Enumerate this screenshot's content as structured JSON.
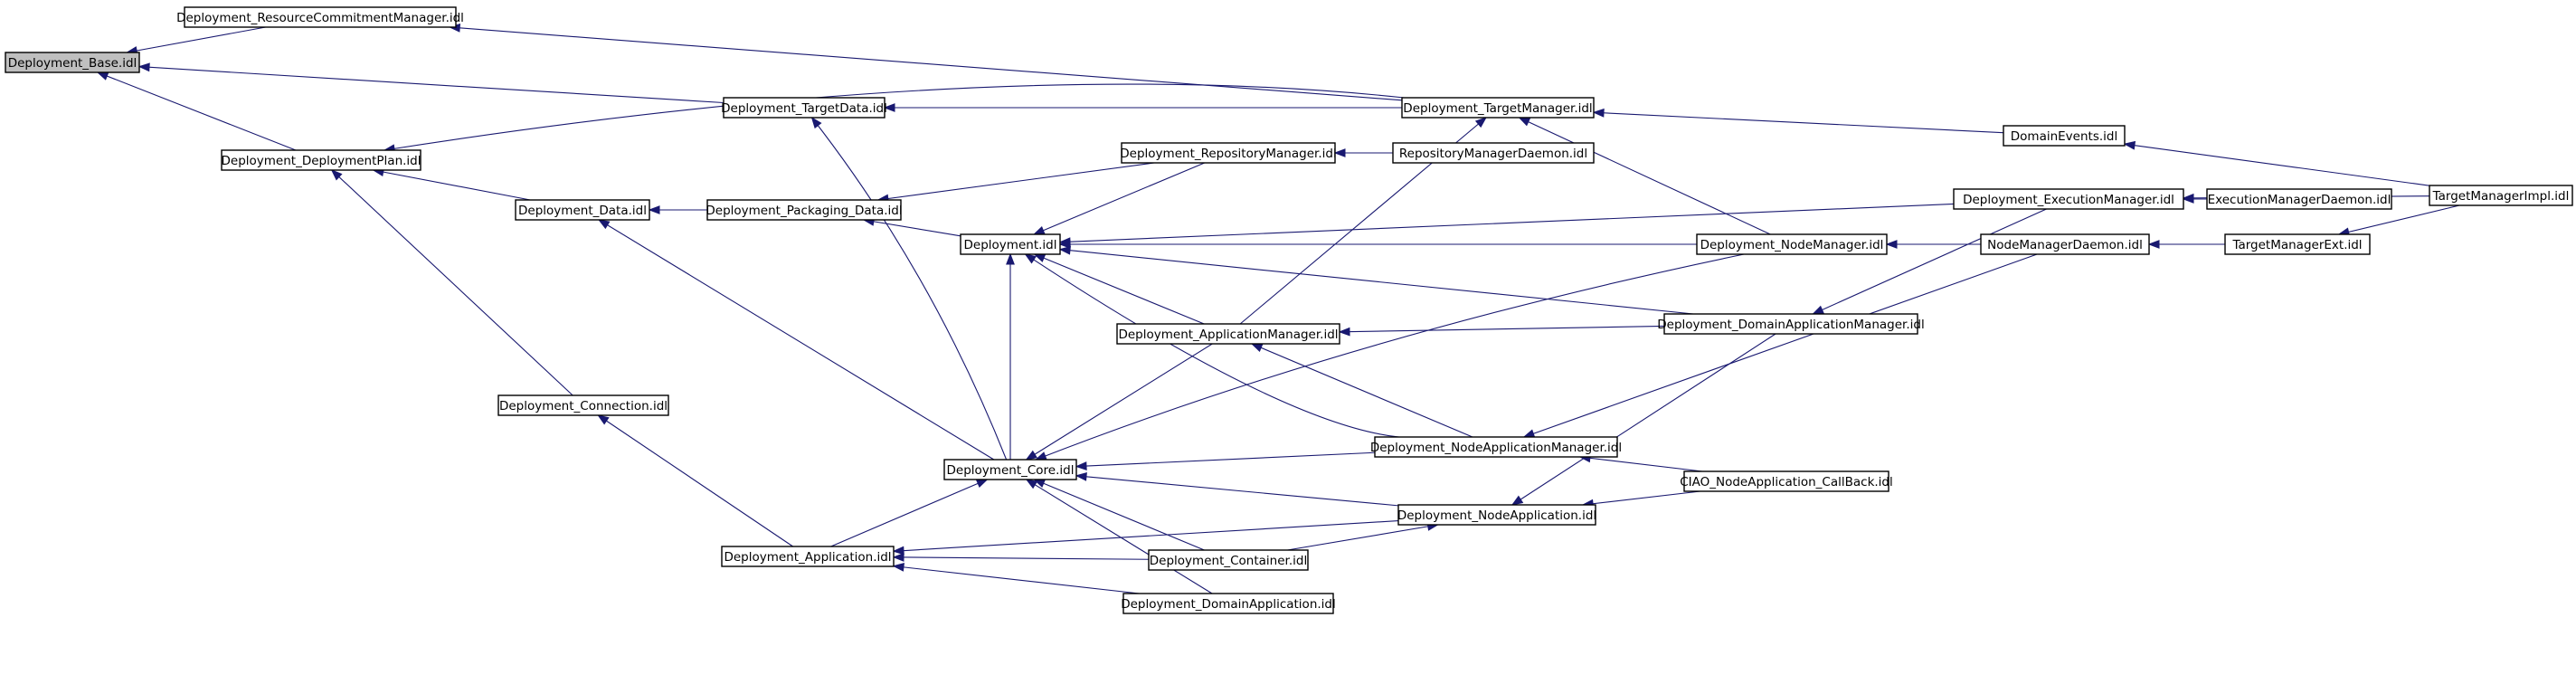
{
  "graph": {
    "nodes": [
      {
        "id": "base",
        "label": "Deployment_Base.idl",
        "root": true
      },
      {
        "id": "rcm",
        "label": "Deployment_ResourceCommitmentManager.idl"
      },
      {
        "id": "dplan",
        "label": "Deployment_DeploymentPlan.idl"
      },
      {
        "id": "tdata",
        "label": "Deployment_TargetData.idl"
      },
      {
        "id": "tmgr",
        "label": "Deployment_TargetManager.idl"
      },
      {
        "id": "data",
        "label": "Deployment_Data.idl"
      },
      {
        "id": "pdata",
        "label": "Deployment_Packaging_Data.idl"
      },
      {
        "id": "repomgr",
        "label": "Deployment_RepositoryManager.idl"
      },
      {
        "id": "repodaemon",
        "label": "RepositoryManagerDaemon.idl"
      },
      {
        "id": "devents",
        "label": "DomainEvents.idl"
      },
      {
        "id": "tmimpl",
        "label": "TargetManagerImpl.idl"
      },
      {
        "id": "dep",
        "label": "Deployment.idl"
      },
      {
        "id": "execmgr",
        "label": "Deployment_ExecutionManager.idl"
      },
      {
        "id": "execdaemon",
        "label": "ExecutionManagerDaemon.idl"
      },
      {
        "id": "nodemgr",
        "label": "Deployment_NodeManager.idl"
      },
      {
        "id": "nmdaemon",
        "label": "NodeManagerDaemon.idl"
      },
      {
        "id": "tmext",
        "label": "TargetManagerExt.idl"
      },
      {
        "id": "appmgr",
        "label": "Deployment_ApplicationManager.idl"
      },
      {
        "id": "domappmgr",
        "label": "Deployment_DomainApplicationManager.idl"
      },
      {
        "id": "conn",
        "label": "Deployment_Connection.idl"
      },
      {
        "id": "nodeappmgr",
        "label": "Deployment_NodeApplicationManager.idl"
      },
      {
        "id": "core",
        "label": "Deployment_Core.idl"
      },
      {
        "id": "callback",
        "label": "CIAO_NodeApplication_CallBack.idl"
      },
      {
        "id": "nodeapp",
        "label": "Deployment_NodeApplication.idl"
      },
      {
        "id": "app",
        "label": "Deployment_Application.idl"
      },
      {
        "id": "container",
        "label": "Deployment_Container.idl"
      },
      {
        "id": "domapp",
        "label": "Deployment_DomainApplication.idl"
      }
    ],
    "edges": [
      {
        "from": "rcm",
        "to": "base"
      },
      {
        "from": "dplan",
        "to": "base"
      },
      {
        "from": "tdata",
        "to": "base"
      },
      {
        "from": "tmgr",
        "to": "rcm"
      },
      {
        "from": "tmgr",
        "to": "dplan"
      },
      {
        "from": "data",
        "to": "dplan"
      },
      {
        "from": "conn",
        "to": "dplan"
      },
      {
        "from": "tmgr",
        "to": "tdata"
      },
      {
        "from": "core",
        "to": "tdata"
      },
      {
        "from": "pdata",
        "to": "data"
      },
      {
        "from": "core",
        "to": "data"
      },
      {
        "from": "repomgr",
        "to": "pdata"
      },
      {
        "from": "dep",
        "to": "pdata"
      },
      {
        "from": "repodaemon",
        "to": "repomgr"
      },
      {
        "from": "devents",
        "to": "tmgr"
      },
      {
        "from": "nodemgr",
        "to": "tmgr"
      },
      {
        "from": "appmgr",
        "to": "tmgr"
      },
      {
        "from": "tmimpl",
        "to": "devents"
      },
      {
        "from": "repomgr",
        "to": "dep"
      },
      {
        "from": "appmgr",
        "to": "dep"
      },
      {
        "from": "execmgr",
        "to": "dep"
      },
      {
        "from": "nodemgr",
        "to": "dep"
      },
      {
        "from": "domappmgr",
        "to": "dep"
      },
      {
        "from": "nodeappmgr",
        "to": "dep"
      },
      {
        "from": "core",
        "to": "dep"
      },
      {
        "from": "execdaemon",
        "to": "execmgr"
      },
      {
        "from": "tmimpl",
        "to": "execmgr"
      },
      {
        "from": "nmdaemon",
        "to": "nodemgr"
      },
      {
        "from": "tmext",
        "to": "nmdaemon"
      },
      {
        "from": "tmimpl",
        "to": "tmext"
      },
      {
        "from": "domappmgr",
        "to": "appmgr"
      },
      {
        "from": "nodeappmgr",
        "to": "appmgr"
      },
      {
        "from": "execmgr",
        "to": "domappmgr"
      },
      {
        "from": "nmdaemon",
        "to": "nodeappmgr"
      },
      {
        "from": "callback",
        "to": "nodeappmgr"
      },
      {
        "from": "nodemgr",
        "to": "core"
      },
      {
        "from": "appmgr",
        "to": "core"
      },
      {
        "from": "nodeappmgr",
        "to": "core"
      },
      {
        "from": "nodeapp",
        "to": "core"
      },
      {
        "from": "container",
        "to": "core"
      },
      {
        "from": "domapp",
        "to": "core"
      },
      {
        "from": "app",
        "to": "conn"
      },
      {
        "from": "app",
        "to": "core"
      },
      {
        "from": "callback",
        "to": "nodeapp"
      },
      {
        "from": "domappmgr",
        "to": "nodeapp"
      },
      {
        "from": "container",
        "to": "nodeapp"
      },
      {
        "from": "container",
        "to": "app"
      },
      {
        "from": "domapp",
        "to": "app"
      },
      {
        "from": "nodeapp",
        "to": "app"
      }
    ]
  }
}
